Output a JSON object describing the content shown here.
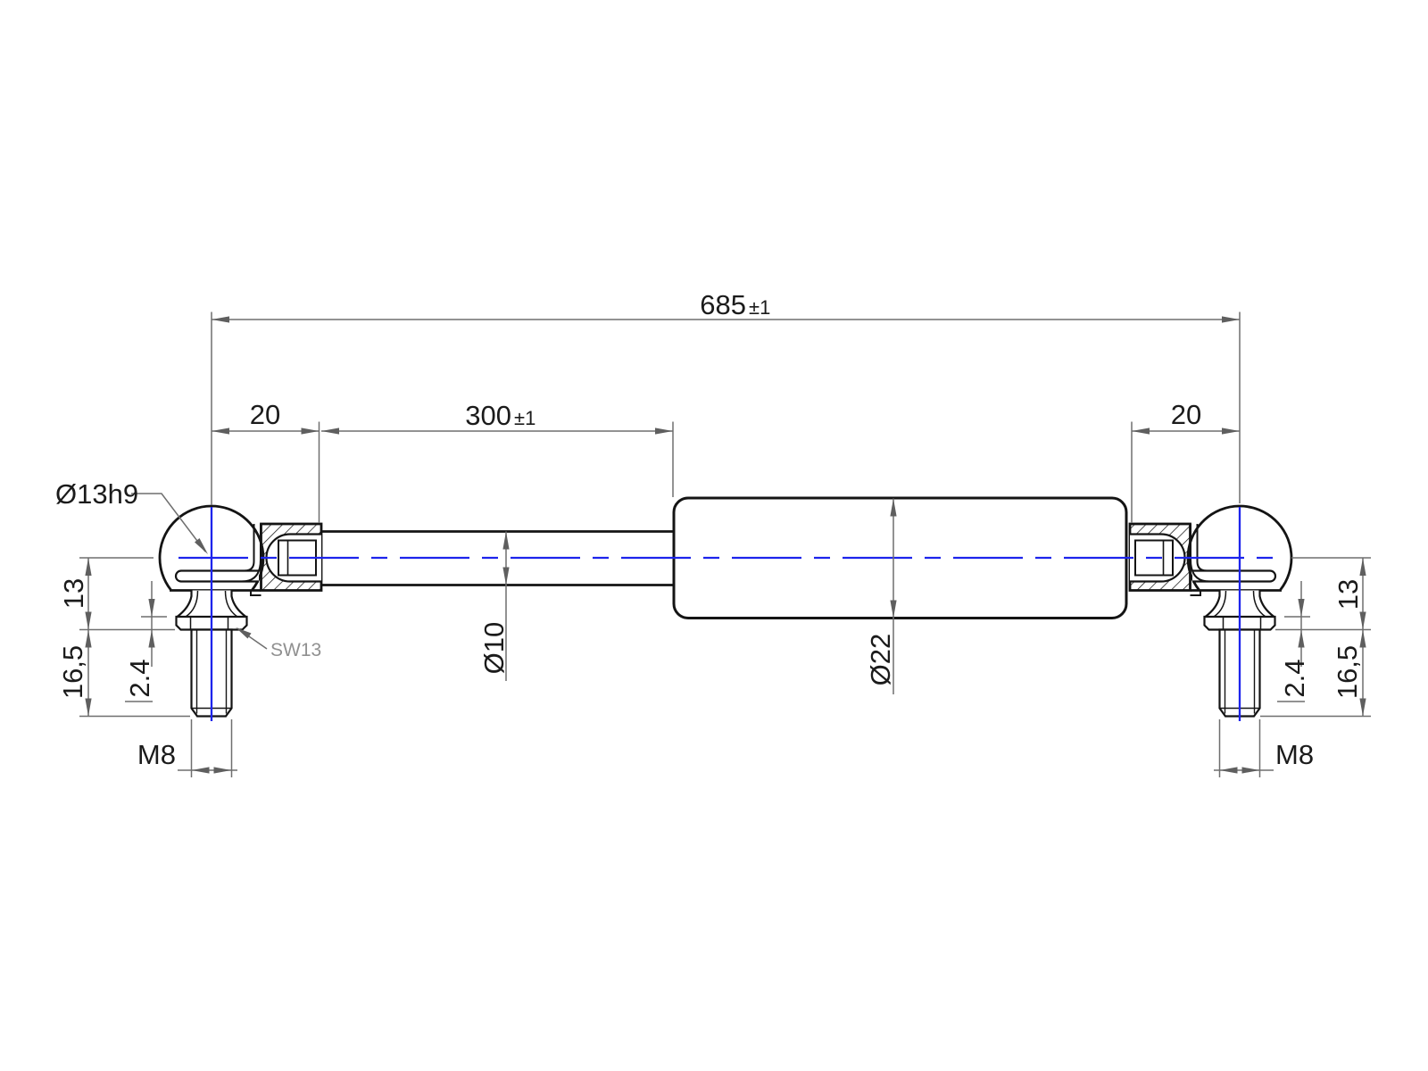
{
  "colors": {
    "outline": "#141414",
    "dimension_lines": "#6f6f6f",
    "centerline": "#1d24ec",
    "muted_label": "#909090",
    "background": "#ffffff"
  },
  "dims": {
    "overall": {
      "value": "685",
      "tol": "±1"
    },
    "extended": {
      "value": "300",
      "tol": "±1"
    },
    "offset_left": "20",
    "offset_right": "20",
    "ball": "Ø13h9",
    "rod": "Ø10",
    "tube": "Ø22",
    "left": {
      "height": "13",
      "stud": "16,5",
      "flange": "2.4",
      "thread": "M8"
    },
    "right": {
      "height": "13",
      "stud": "16,5",
      "flange": "2.4",
      "thread": "M8"
    },
    "wrench": "SW13"
  }
}
